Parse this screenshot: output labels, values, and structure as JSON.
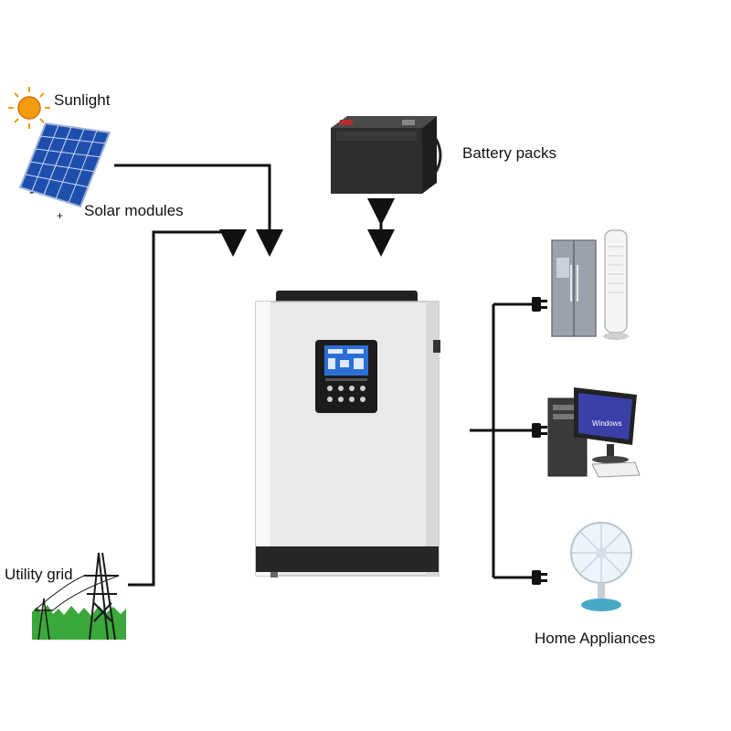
{
  "labels": {
    "sunlight": "Sunlight",
    "solar_modules": "Solar modules",
    "battery_packs": "Battery packs",
    "utility_grid": "Utility grid",
    "home_appliances": "Home Appliances",
    "panel_minus": "-",
    "panel_plus": "+",
    "windows_text": "Windows"
  },
  "colors": {
    "line": "#111111",
    "inverter_body": "#ececec",
    "inverter_dark": "#2a2a2a",
    "lcd": "#2b6fd6",
    "solar_cell": "#2a63c8",
    "grid_grass": "#3aa83a",
    "sun": "#f39c12"
  },
  "icons": [
    "sun-icon",
    "solar-panel-icon",
    "battery-icon",
    "inverter-icon",
    "fridge-icon",
    "tower-fan-icon",
    "computer-icon",
    "desk-fan-icon",
    "pylon-icon",
    "plug-icon"
  ]
}
